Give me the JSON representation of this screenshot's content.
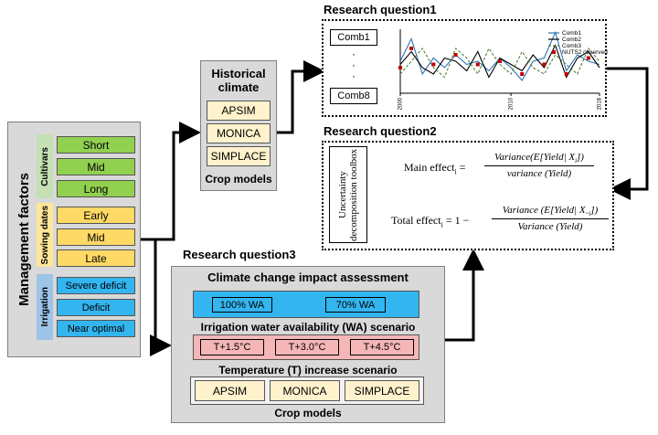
{
  "management": {
    "title": "Management factors",
    "cultivars": {
      "label": "Cultivars",
      "items": [
        "Short",
        "Mid",
        "Long"
      ]
    },
    "sowing": {
      "label": "Sowing dates",
      "items": [
        "Early",
        "Mid",
        "Late"
      ]
    },
    "irrigation": {
      "label": "Irrigation",
      "items": [
        "Severe deficit",
        "Deficit",
        "Near optimal"
      ]
    }
  },
  "historical": {
    "title": "Historical climate",
    "models": [
      "APSIM",
      "MONICA",
      "SIMPLACE"
    ],
    "footer": "Crop models"
  },
  "rq1": {
    "title": "Research question1",
    "comb_first": "Comb1",
    "comb_last": "Comb8",
    "ellipsis": "·",
    "legend": [
      "Comb1",
      "Comb2",
      "Comb3",
      "NUTS2 observed"
    ],
    "xticks": [
      "2000",
      "2010",
      "2018"
    ]
  },
  "rq2": {
    "title": "Research question2",
    "toolbox": "Uncertainty decomposition toolbox",
    "main_lhs": "Main effect",
    "main_sub": "i",
    "main_num": "Variance(E[Yield| X",
    "main_num_sub": "i",
    "main_num_end": "])",
    "main_den": "variance (Yield)",
    "total_lhs": "Total effect",
    "total_sub": "i",
    "total_one": "= 1 −",
    "total_num": "Variance (E[Yield| X",
    "total_num_sub": "~i",
    "total_num_end": "])",
    "total_den": "Variance (Yield)",
    "eq": "="
  },
  "rq3": {
    "title": "Research question3",
    "box_title": "Climate change impact assessment",
    "wa": [
      "100% WA",
      "70% WA"
    ],
    "wa_label": "Irrigation water availability (WA) scenario",
    "temps": [
      "T+1.5°C",
      "T+3.0°C",
      "T+4.5°C"
    ],
    "temp_label": "Temperature (T) increase scenario",
    "models": [
      "APSIM",
      "MONICA",
      "SIMPLACE"
    ],
    "footer": "Crop models"
  },
  "chart_data": {
    "type": "line",
    "x": [
      2000,
      2001,
      2002,
      2003,
      2004,
      2005,
      2006,
      2007,
      2008,
      2009,
      2010,
      2011,
      2012,
      2013,
      2014,
      2015,
      2016,
      2017,
      2018
    ],
    "series": [
      {
        "name": "Comb1",
        "values": [
          0.5,
          0.85,
          0.3,
          0.55,
          0.4,
          0.6,
          0.45,
          0.5,
          0.35,
          0.55,
          0.4,
          0.2,
          0.5,
          0.55,
          0.95,
          0.35,
          0.6,
          0.5,
          0.45
        ]
      },
      {
        "name": "Comb2",
        "values": [
          0.45,
          0.65,
          0.4,
          0.3,
          0.55,
          0.5,
          0.35,
          0.65,
          0.25,
          0.55,
          0.45,
          0.35,
          0.6,
          0.4,
          0.75,
          0.25,
          0.55,
          0.65,
          0.4
        ]
      },
      {
        "name": "Comb3",
        "values": [
          0.3,
          0.5,
          0.7,
          0.4,
          0.25,
          0.7,
          0.55,
          0.3,
          0.7,
          0.45,
          0.3,
          0.65,
          0.4,
          0.3,
          0.6,
          0.45,
          0.3,
          0.7,
          0.5
        ]
      },
      {
        "name": "NUTS2 observed",
        "values": [
          0.4,
          0.7,
          0.35,
          0.45,
          0.3,
          0.6,
          0.4,
          0.45,
          0.3,
          0.5,
          0.35,
          0.3,
          0.55,
          0.45,
          0.85,
          0.3,
          0.55,
          0.55,
          0.45
        ]
      }
    ],
    "xticks": [
      2000,
      2010,
      2018
    ],
    "colors": {
      "Comb1": "#2e75b6",
      "Comb2": "#000000",
      "Comb3": "#548235",
      "NUTS2 observed": "#c00000"
    },
    "grid": false,
    "legend_position": "top-right"
  },
  "colors": {
    "cultivar": "#92d050",
    "sowing": "#ffd966",
    "irrigation": "#33b5f0",
    "model": "#fff2cc",
    "temp": "#f4b6b6",
    "panel": "#d9d9d9"
  }
}
